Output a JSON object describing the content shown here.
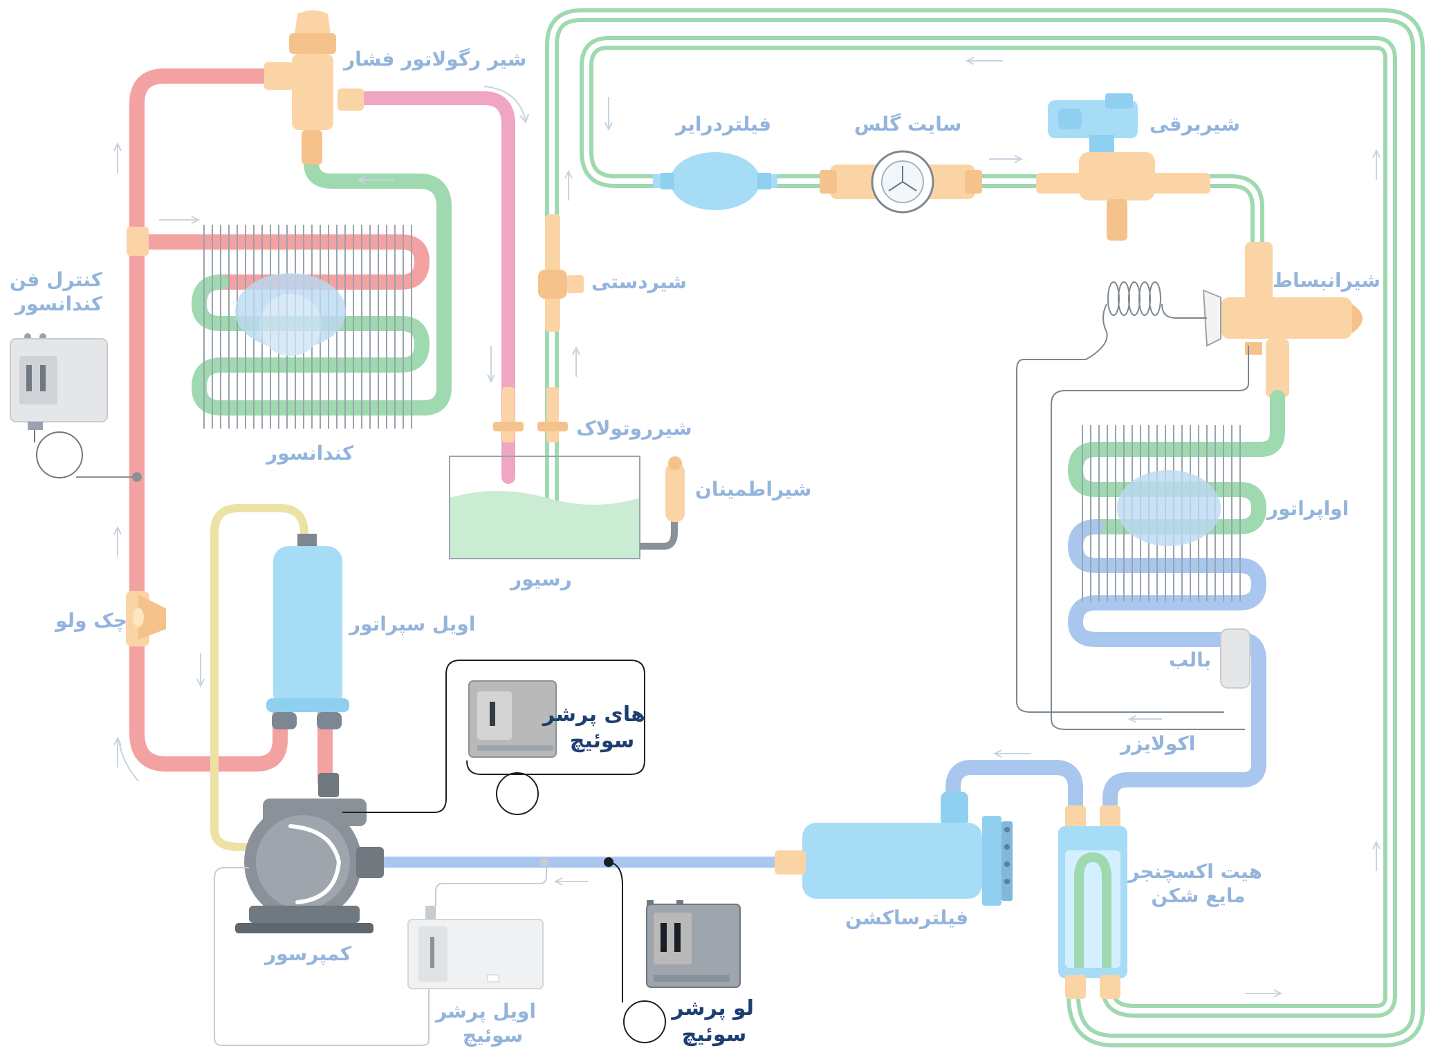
{
  "colors": {
    "hot_gas": "#f3a1a1",
    "discharge_pink": "#f0a6c3",
    "liquid": "#9fd9b0",
    "suction": "#a9c7ee",
    "oil_line": "#ece2a3",
    "valve_orange": "#fbd4a6",
    "device_blue": "#a7dcf7",
    "switch_gray": "#b9b9b9",
    "label_light": "#93b4dc",
    "label_dark": "#1e3e72"
  },
  "labels": {
    "pressure_regulator_valve": "شیر رگولاتور فشار",
    "filter_drier": "فیلتردرایر",
    "sight_glass": "سایت گلس",
    "solenoid_valve": "شیربرقی",
    "fan_control_line1": "کنترل فن",
    "fan_control_line2": "کندانسور",
    "hand_valve": "شیردستی",
    "expansion_valve": "شیرانبساط",
    "condenser": "کندانسور",
    "rotolock_valve": "شیرروتولاک",
    "safety_valve": "شیراطمینان",
    "evaporator": "اواپراتور",
    "receiver": "رسیور",
    "check_valve": "چک ولو",
    "oil_separator": "اویل سپراتور",
    "high_pressure_switch_line1": "های پرشر",
    "high_pressure_switch_line2": "سوئیچ",
    "bulb": "بالب",
    "equalizer": "اکولایزر",
    "heat_exchanger_line1": "هیت اکسچنجر",
    "heat_exchanger_line2": "مایع شکن",
    "suction_filter": "فیلترساکشن",
    "compressor": "کمپرسور",
    "oil_pressure_switch_line1": "اویل پرشر",
    "oil_pressure_switch_line2": "سوئیچ",
    "low_pressure_switch_line1": "لو پرشر",
    "low_pressure_switch_line2": "سوئیچ"
  },
  "icons": [
    "sight-glass-star-icon",
    "fan-icon",
    "flow-arrow-icon",
    "pressure-switch-icon",
    "compressor-icon"
  ]
}
